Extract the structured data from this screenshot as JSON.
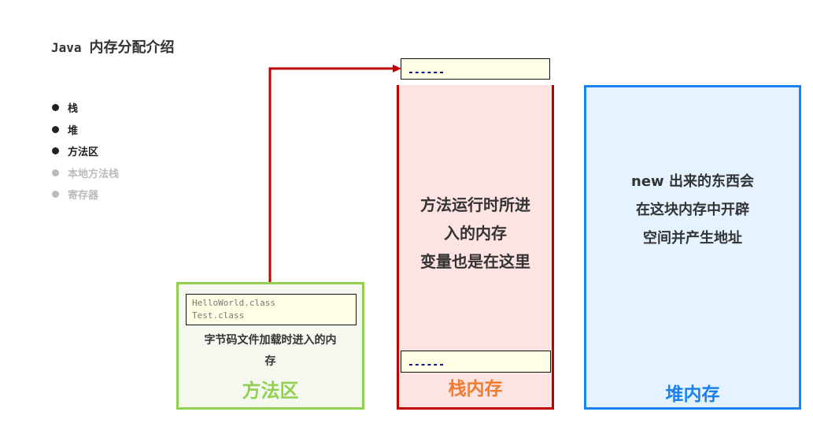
{
  "title": {
    "prefix": "Java",
    "text": "内存分配介绍"
  },
  "list": [
    {
      "label": "栈",
      "active": true
    },
    {
      "label": "堆",
      "active": true
    },
    {
      "label": "方法区",
      "active": true
    },
    {
      "label": "本地方法栈",
      "active": false
    },
    {
      "label": "寄存器",
      "active": false
    }
  ],
  "method_area": {
    "label": "方法区",
    "files": [
      "HelloWorld.class",
      "Test.class"
    ],
    "desc_line1": "字节码文件加载时进入的内",
    "desc_line2": "存",
    "color": "#92d050"
  },
  "stack": {
    "label": "栈内存",
    "top_frame": "------",
    "bottom_frame": "------",
    "desc": [
      "方法运行时所进",
      "入的内存",
      "变量也是在这里"
    ],
    "color": "#c00000"
  },
  "heap": {
    "label": "堆内存",
    "desc": [
      "new 出来的东西会",
      "在这块内存中开辟",
      "空间并产生地址"
    ],
    "color": "#1a82f0"
  }
}
